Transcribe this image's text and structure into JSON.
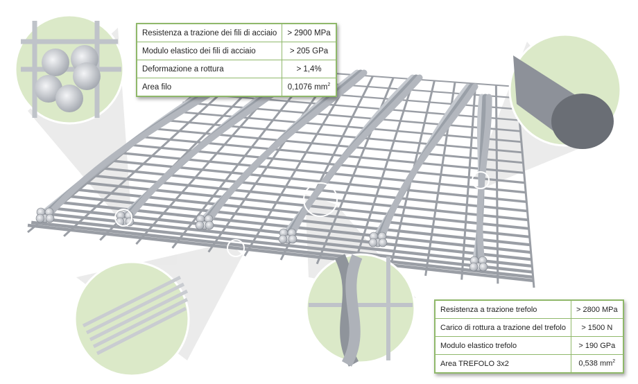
{
  "wire_table": {
    "rows": [
      {
        "label": "Resistenza a trazione dei fili di acciaio",
        "value": "> 2900 MPa"
      },
      {
        "label": "Modulo elastico dei fili di acciaio",
        "value": "> 205 GPa"
      },
      {
        "label": "Deformazione a rottura",
        "value": "> 1,4%"
      },
      {
        "label": "Area filo",
        "value": "0,1076 mm",
        "unit_exp": "2"
      }
    ]
  },
  "strand_table": {
    "rows": [
      {
        "label": "Resistenza a trazione trefolo",
        "value": "> 2800 MPa"
      },
      {
        "label": "Carico di rottura a trazione del trefolo",
        "value": "> 1500 N"
      },
      {
        "label": "Modulo elastico trefolo",
        "value": "> 190 GPa"
      },
      {
        "label": "Area TREFOLO 3x2",
        "value": "0,538 mm",
        "unit_exp": "2"
      }
    ]
  },
  "colors": {
    "accent_green": "#8fb86a",
    "callout_bg": "#dbe9c8",
    "steel": "#a9adb4"
  }
}
